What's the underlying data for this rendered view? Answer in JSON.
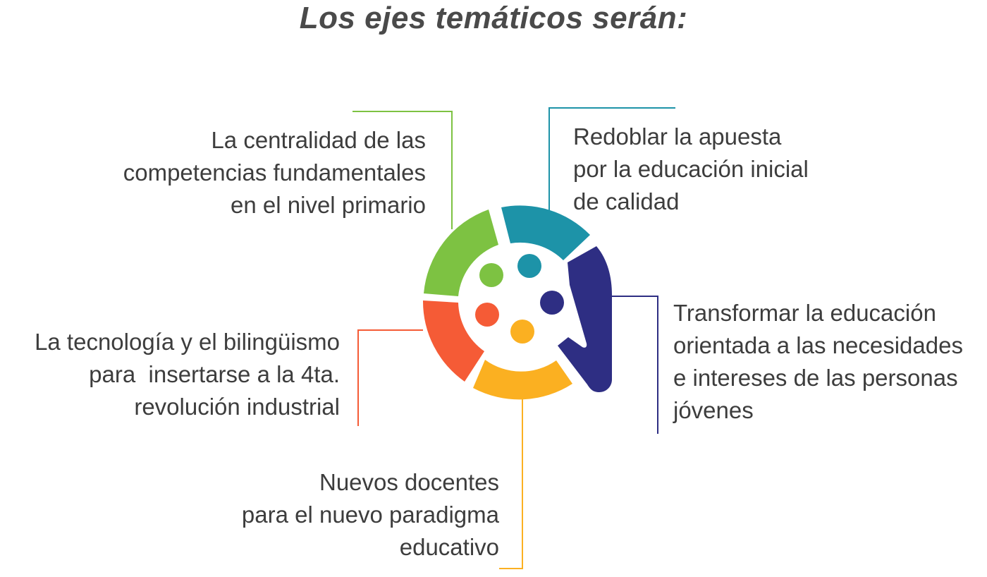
{
  "title": "Los ejes temáticos serán:",
  "colors": {
    "green": "#7dc242",
    "teal": "#1d93a8",
    "navy": "#2e2e83",
    "orange": "#f55b36",
    "yellow": "#fbb021",
    "text": "#3d3d3d"
  },
  "themes": [
    {
      "id": "green",
      "lines": [
        "La centralidad de las",
        "competencias fundamentales",
        "en el nivel primario"
      ]
    },
    {
      "id": "teal",
      "lines": [
        "Redoblar la apuesta",
        "por la educación inicial",
        "de calidad"
      ]
    },
    {
      "id": "navy",
      "lines": [
        "Transformar la educación",
        "orientada a las necesidades",
        "e intereses de las personas",
        "jóvenes"
      ]
    },
    {
      "id": "orange",
      "lines": [
        "La tecnología y el bilingüismo",
        "para  insertarse a la 4ta.",
        "revolución industrial"
      ]
    },
    {
      "id": "yellow",
      "lines": [
        "Nuevos docentes",
        "para el nuevo paradigma",
        "educativo"
      ]
    }
  ]
}
